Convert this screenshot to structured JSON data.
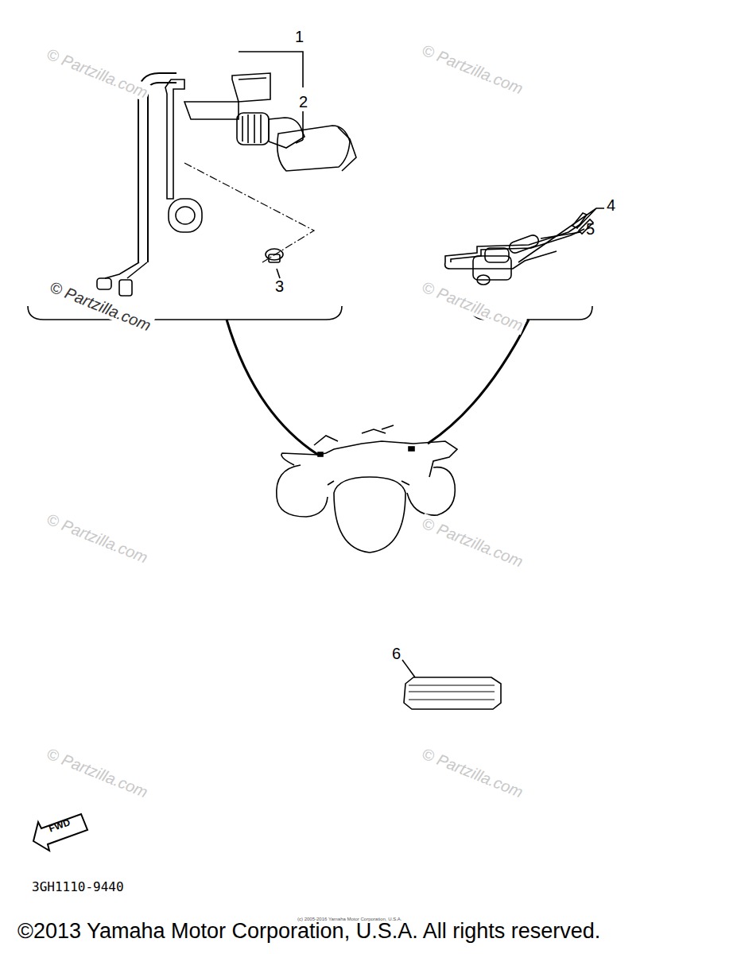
{
  "diagram": {
    "labels": [
      "1",
      "2",
      "3",
      "4",
      "5",
      "6",
      "FWD",
      "3GH1110-9440",
      "©2013 Yamaha Motor Corporation, U.S.A. All rights reserved.",
      "(c) 2005-2016 Yamaha Motor Corporation, U.S.A.",
      "© Partzilla.com",
      "© Partzilla.com",
      "© Partzilla.com",
      "© Partzilla.com",
      "© Partzilla.com",
      "© Partzilla.com",
      "© Partzilla.com",
      "© Partzilla.com"
    ]
  }
}
